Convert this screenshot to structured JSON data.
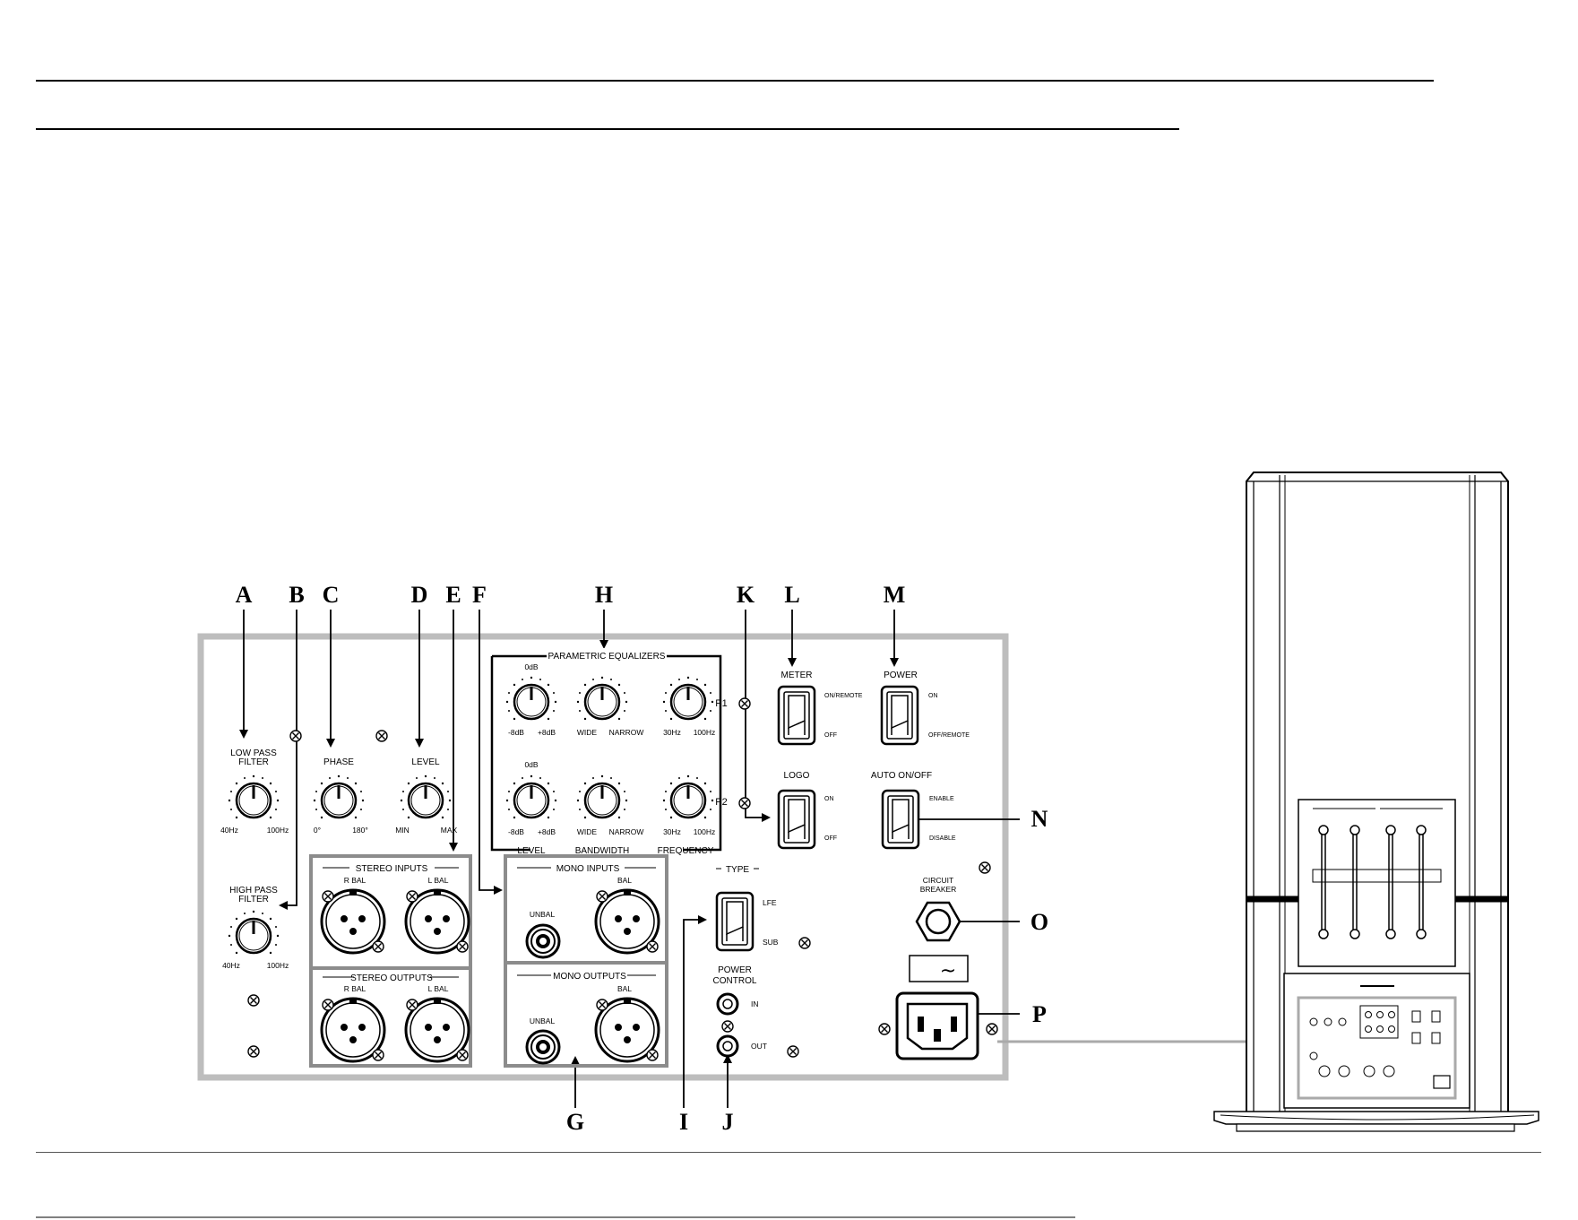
{
  "callouts": {
    "a": "A",
    "b": "B",
    "c": "C",
    "d": "D",
    "e": "E",
    "f": "F",
    "g": "G",
    "h": "H",
    "i": "I",
    "j": "J",
    "k": "K",
    "l": "L",
    "m": "M",
    "n": "N",
    "o": "O",
    "p": "P"
  },
  "knobs": {
    "low_pass": {
      "title": "LOW PASS",
      "title2": "FILTER",
      "min": "40Hz",
      "max": "100Hz"
    },
    "high_pass": {
      "title": "HIGH PASS",
      "title2": "FILTER",
      "min": "40Hz",
      "max": "100Hz"
    },
    "phase": {
      "title": "PHASE",
      "min": "0°",
      "max": "180°"
    },
    "level": {
      "title": "LEVEL",
      "min": "MIN",
      "max": "MAX"
    }
  },
  "eq": {
    "title": "PARAMETRIC EQUALIZERS",
    "top_level": "0dB",
    "level_min": "-8dB",
    "level_max": "+8dB",
    "bw_min": "WIDE",
    "bw_max": "NARROW",
    "freq_min": "30Hz",
    "freq_max": "100Hz",
    "p1": "P1",
    "p2": "P2",
    "footer": [
      "LEVEL",
      "BANDWIDTH",
      "FREQUENCY"
    ]
  },
  "stereo": {
    "inputs_title": "STEREO INPUTS",
    "outputs_title": "STEREO OUTPUTS",
    "r_bal": "R BAL",
    "l_bal": "L BAL"
  },
  "mono": {
    "inputs_title": "MONO INPUTS",
    "outputs_title": "MONO OUTPUTS",
    "unbal": "UNBAL",
    "bal": "BAL"
  },
  "type_switch": {
    "title": "TYPE",
    "up": "LFE",
    "down": "SUB"
  },
  "power_control": {
    "title1": "POWER",
    "title2": "CONTROL",
    "in": "IN",
    "out": "OUT"
  },
  "meter_switch": {
    "title": "METER",
    "up": "ON/REMOTE",
    "down": "OFF"
  },
  "power_switch": {
    "title": "POWER",
    "up": "ON",
    "down": "OFF/REMOTE"
  },
  "logo_switch": {
    "title": "LOGO",
    "up": "ON",
    "down": "OFF"
  },
  "auto_switch": {
    "title": "AUTO ON/OFF",
    "up": "ENABLE",
    "down": "DISABLE"
  },
  "breaker": {
    "title1": "CIRCUIT",
    "title2": "BREAKER"
  },
  "ac_symbol": "~",
  "colors": {
    "panel_border": "#bdbdbd",
    "ink": "#000000",
    "leader": "#aaaaaa"
  }
}
